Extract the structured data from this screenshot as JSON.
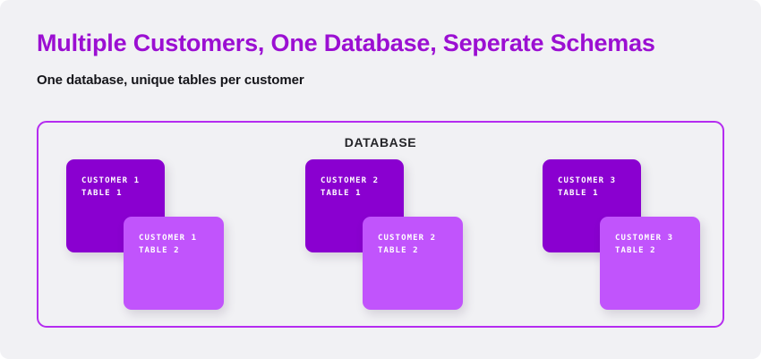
{
  "header": {
    "title": "Multiple Customers, One Database, Seperate Schemas",
    "subtitle": "One database, unique tables per customer"
  },
  "colors": {
    "page_background": "#f1f1f4",
    "title_purple": "#9b0fd2",
    "container_border": "#b52cf0",
    "card_dark": "#8a00d0",
    "card_light": "#c154fc",
    "card_text": "#ffffff",
    "subtitle_text": "#15151a",
    "database_label_text": "#242428"
  },
  "diagram": {
    "container_label": "DATABASE",
    "groups": [
      {
        "name": "customer-1",
        "cards": [
          {
            "style": "dark",
            "line1": "CUSTOMER 1",
            "line2": "TABLE 1"
          },
          {
            "style": "light",
            "line1": "CUSTOMER 1",
            "line2": "TABLE 2"
          }
        ]
      },
      {
        "name": "customer-2",
        "cards": [
          {
            "style": "dark",
            "line1": "CUSTOMER 2",
            "line2": "TABLE 1"
          },
          {
            "style": "light",
            "line1": "CUSTOMER 2",
            "line2": "TABLE 2"
          }
        ]
      },
      {
        "name": "customer-3",
        "cards": [
          {
            "style": "dark",
            "line1": "CUSTOMER 3",
            "line2": "TABLE 1"
          },
          {
            "style": "light",
            "line1": "CUSTOMER 3",
            "line2": "TABLE 2"
          }
        ]
      }
    ]
  }
}
